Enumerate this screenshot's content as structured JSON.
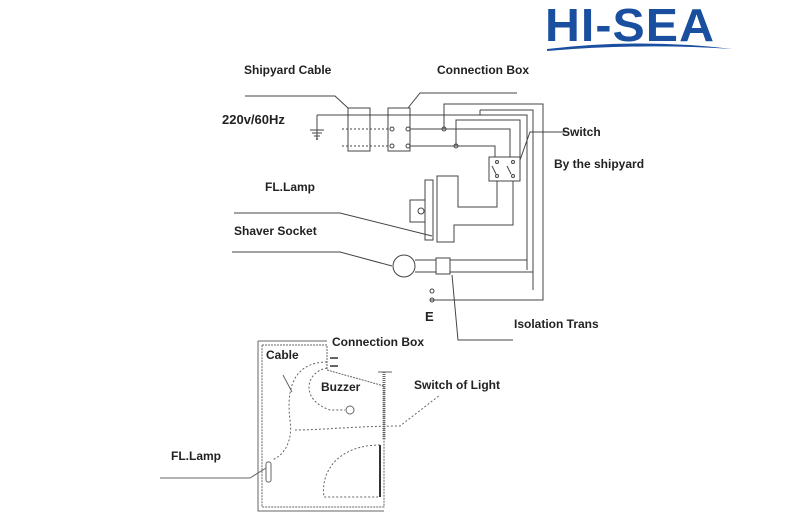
{
  "brand": {
    "logo_text": "HI-SEA",
    "logo_color": "#1a4fa0"
  },
  "diagram": {
    "title": "Shipboard electrical wiring diagram",
    "labels": {
      "shipyard_cable": "Shipyard Cable",
      "connection_box_top": "Connection Box",
      "supply": "220v/60Hz",
      "switch": "Switch",
      "by_shipyard": "By the shipyard",
      "fl_lamp_top": "FL.Lamp",
      "shaver_socket": "Shaver Socket",
      "earth": "E",
      "isolation_trans": "Isolation Trans",
      "connection_box_bottom": "Connection Box",
      "cable": "Cable",
      "buzzer": "Buzzer",
      "switch_of_light": "Switch of Light",
      "fl_lamp_bottom": "FL.Lamp"
    }
  }
}
